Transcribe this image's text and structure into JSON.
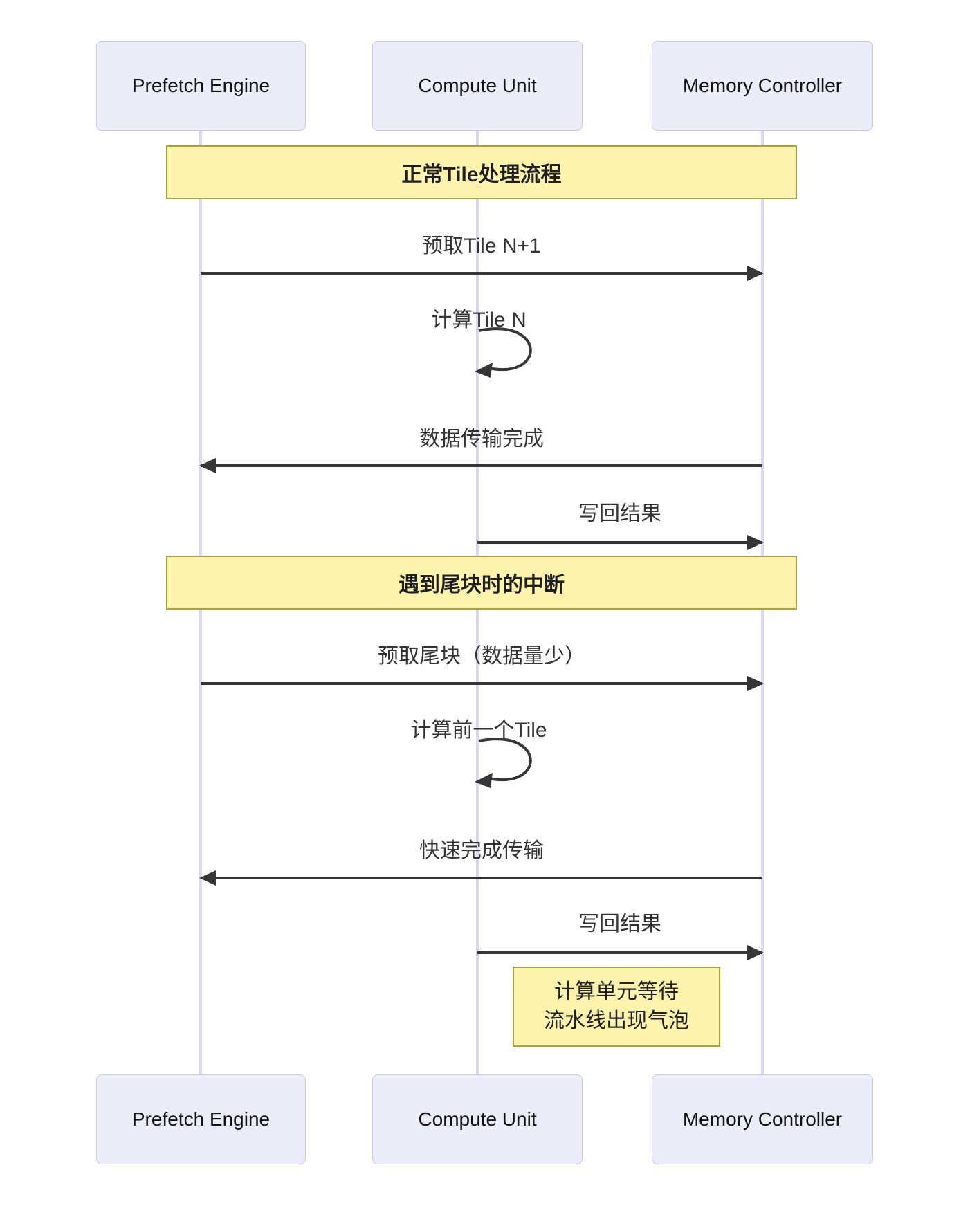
{
  "diagram": {
    "type": "sequence",
    "participants": [
      {
        "name": "Prefetch Engine"
      },
      {
        "name": "Compute Unit"
      },
      {
        "name": "Memory Controller"
      }
    ],
    "sections": [
      {
        "title": "正常Tile处理流程"
      },
      {
        "title": "遇到尾块时的中断"
      }
    ],
    "messages": [
      {
        "from": "Prefetch Engine",
        "to": "Memory Controller",
        "label": "预取Tile N+1",
        "style": "solid",
        "direction": "right"
      },
      {
        "from": "Compute Unit",
        "to": "Compute Unit",
        "label": "计算Tile N",
        "style": "solid",
        "direction": "self"
      },
      {
        "from": "Memory Controller",
        "to": "Prefetch Engine",
        "label": "数据传输完成",
        "style": "solid",
        "direction": "left"
      },
      {
        "from": "Compute Unit",
        "to": "Memory Controller",
        "label": "写回结果",
        "style": "solid",
        "direction": "right"
      },
      {
        "from": "Prefetch Engine",
        "to": "Memory Controller",
        "label": "预取尾块（数据量少）",
        "style": "solid",
        "direction": "right"
      },
      {
        "from": "Compute Unit",
        "to": "Compute Unit",
        "label": "计算前一个Tile",
        "style": "solid",
        "direction": "self"
      },
      {
        "from": "Memory Controller",
        "to": "Prefetch Engine",
        "label": "快速完成传输",
        "style": "solid",
        "direction": "left"
      },
      {
        "from": "Compute Unit",
        "to": "Memory Controller",
        "label": "写回结果",
        "style": "solid",
        "direction": "right"
      }
    ],
    "note": {
      "over": [
        "Compute Unit",
        "Memory Controller"
      ],
      "lines": [
        "计算单元等待",
        "流水线出现气泡"
      ]
    },
    "colors": {
      "participant_fill": "#ececf9",
      "participant_border": "#ccc6ec",
      "lifeline": "#dcd5f3",
      "banner_fill": "#fdf3ad",
      "banner_border": "#a7a234",
      "arrow": "#363636",
      "message_text": "#333333"
    }
  }
}
